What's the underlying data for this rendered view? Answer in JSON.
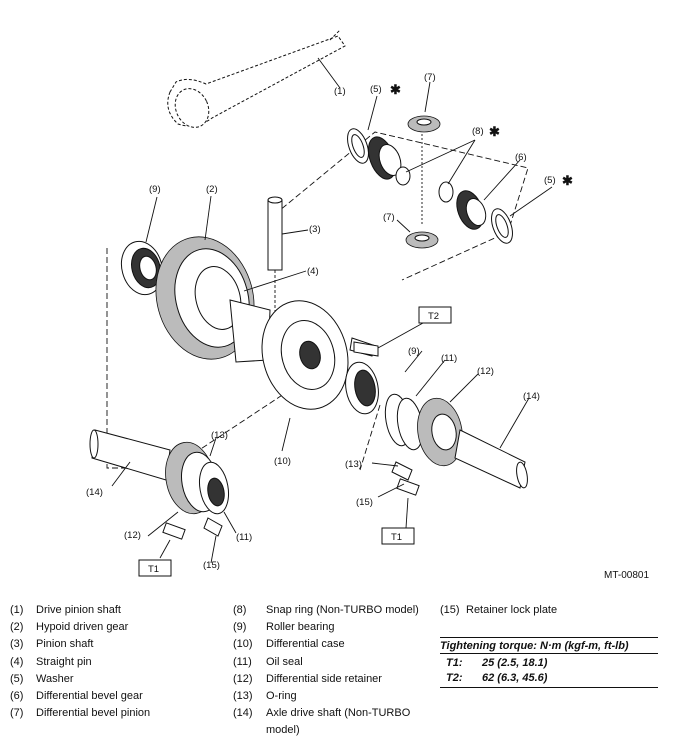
{
  "diagram": {
    "callouts": {
      "c1": "(1)",
      "c2": "(2)",
      "c3": "(3)",
      "c4": "(4)",
      "c5a": "(5)",
      "c5b": "(5)",
      "c6": "(6)",
      "c7a": "(7)",
      "c7b": "(7)",
      "c8": "(8)",
      "c9a": "(9)",
      "c9b": "(9)",
      "c10": "(10)",
      "c11a": "(11)",
      "c11b": "(11)",
      "c12a": "(12)",
      "c12b": "(12)",
      "c13a": "(13)",
      "c13b": "(13)",
      "c14a": "(14)",
      "c14b": "(14)",
      "c15a": "(15)",
      "c15b": "(15)"
    },
    "asterisk": "✱",
    "torque_boxes": {
      "t2": "T2",
      "t1a": "T1",
      "t1b": "T1"
    },
    "figure_code": "MT-00801"
  },
  "legend": {
    "col1": [
      {
        "num": "(1)",
        "text": "Drive pinion shaft"
      },
      {
        "num": "(2)",
        "text": "Hypoid driven gear"
      },
      {
        "num": "(3)",
        "text": "Pinion shaft"
      },
      {
        "num": "(4)",
        "text": "Straight pin"
      },
      {
        "num": "(5)",
        "text": "Washer"
      },
      {
        "num": "(6)",
        "text": "Differential bevel gear"
      },
      {
        "num": "(7)",
        "text": "Differential bevel pinion"
      }
    ],
    "col2": [
      {
        "num": "(8)",
        "text": "Snap ring (Non-TURBO model)"
      },
      {
        "num": "(9)",
        "text": "Roller bearing"
      },
      {
        "num": "(10)",
        "text": "Differential case"
      },
      {
        "num": "(11)",
        "text": "Oil seal"
      },
      {
        "num": "(12)",
        "text": "Differential side retainer"
      },
      {
        "num": "(13)",
        "text": "O-ring"
      },
      {
        "num": "(14)",
        "text": "Axle drive shaft (Non-TURBO model)"
      }
    ],
    "col3": [
      {
        "num": "(15)",
        "text": "Retainer lock plate"
      }
    ]
  },
  "torque": {
    "heading": "Tightening torque: N·m (kgf-m, ft-lb)",
    "rows": [
      {
        "key": "T1:",
        "value": "25 (2.5, 18.1)"
      },
      {
        "key": "T2:",
        "value": "62 (6.3, 45.6)"
      }
    ]
  }
}
